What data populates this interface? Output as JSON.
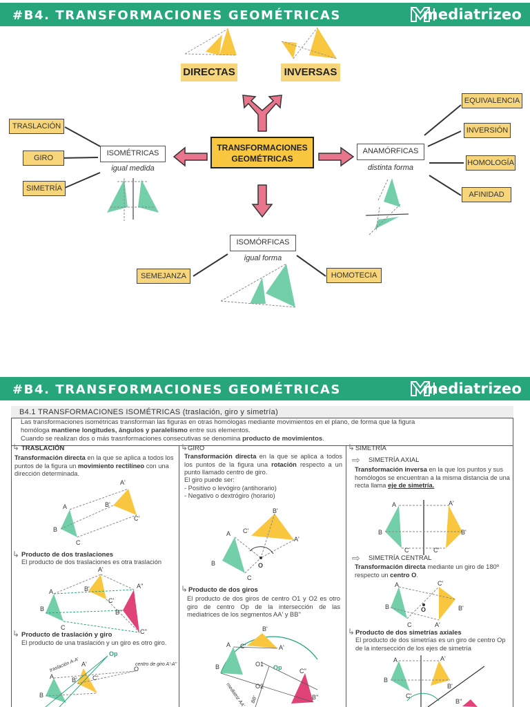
{
  "header": {
    "title": "#B4. TRANSFORMACIONES GEOMÉTRICAS",
    "brand": "mediatrizeo"
  },
  "map": {
    "center": "TRANSFORMACIONES GEOMÉTRICAS",
    "top_left": "DIRECTAS",
    "top_right": "INVERSAS",
    "left": {
      "label": "ISOMÉTRICAS",
      "sub": "igual medida",
      "items": [
        "TRASLACIÓN",
        "GIRO",
        "SIMETRÍA"
      ]
    },
    "right": {
      "label": "ANAMÓRFICAS",
      "sub": "distinta forma",
      "items": [
        "EQUIVALENCIA",
        "INVERSIÓN",
        "HOMOLOGÍA",
        "AFINIDAD"
      ]
    },
    "bottom": {
      "label": "ISOMÓRFICAS",
      "sub": "igual forma",
      "items": [
        "SEMEJANZA",
        "HOMOTECIA"
      ]
    }
  },
  "section": {
    "title": "B4.1 TRANSFORMACIONES ISOMÉTRICAS (traslación, giro y simetría)",
    "intro1": "Las transformaciones isométricas transforman las figuras en otras homólogas mediante movimientos en el plano, de forma que la figura",
    "intro2a": "homóloga ",
    "intro2b": "mantiene longitudes, ángulos y paralelismo",
    "intro2c": " entre sus elementos.",
    "intro3a": "Cuando se realizan dos o más trasnformaciones consecutivas se denomina ",
    "intro3b": "producto de movimientos",
    "intro3c": "."
  },
  "traslacion": {
    "title": "TRASLACIÓN",
    "t1": "Transformación directa",
    "t2": " en la que se aplica a todos los puntos de la figura un ",
    "t3": "movimiento rectilíneo",
    "t4": " con una dirección determinada.",
    "p1_title": "Producto de dos traslaciones",
    "p1_text": "El producto de dos traslaciones es otra traslación",
    "p2_title": "Producto de traslación y giro",
    "p2_text": "El producto de una traslación y un giro es otro giro.",
    "lbl_tras": "traslación A-A'",
    "lbl_giro": "centro de giro A'-A''",
    "lbl_op": "Op",
    "lbl_o": "O",
    "pts1": [
      "A",
      "B",
      "C",
      "A'",
      "B'",
      "C'"
    ],
    "pts2": [
      "A",
      "B",
      "C",
      "A'",
      "B'",
      "C'",
      "A''",
      "B''",
      "C''"
    ],
    "pts3": [
      "A",
      "B",
      "A'",
      "B'",
      "C'"
    ]
  },
  "giro": {
    "title": "GIRO",
    "t1": "Transformación directa",
    "t2": " en la que se aplica a todos los puntos de la figura una ",
    "t3": "rotación",
    "t4": " respecto a un punto llamado centro de giro.",
    "t5": "El giro puede ser:",
    "t6": "- Positivo o levógiro (antihorario)",
    "t7": "- Negativo o dextrógiro (horario)",
    "p1_title": "Producto de dos giros",
    "p1_text": "El producto de dos giros de centro O1 y O2 es otro giro de centro Op de la intersección de las mediatrices de los segmentos AA' y BB''",
    "pts1": [
      "A",
      "B",
      "C",
      "A'",
      "B'",
      "C'",
      "O"
    ],
    "pts2": [
      "A",
      "B",
      "C'",
      "B'",
      "A'",
      "O1",
      "Op",
      "O2",
      "C''",
      "B''"
    ],
    "lbl_med": "mediatriz AA'",
    "lbl_bb": "BB'"
  },
  "simetria": {
    "title": "SIMETRÍA",
    "axial_title": "SIMETRÍA AXIAL",
    "a1": "Transformación inversa",
    "a2": " en la que los puntos y sus homólogos se encuentran a la misma distancia de una recta llama ",
    "a3": "eje de simetría.",
    "central_title": "SIMETRÍA CENTRAL",
    "c1": "Transformación directa",
    "c2": " mediante un giro de 180º respecto un ",
    "c3": "centro O",
    "c4": ".",
    "p1_title": "Producto de dos simetrías axiales",
    "p1_text": "El producto de dos simetrías es un giro de centro Op de la intersección de los ejes de simetría",
    "pts1": [
      "A",
      "B",
      "C",
      "A'",
      "B'",
      "C'"
    ],
    "pts2": [
      "A",
      "B",
      "C",
      "C'",
      "B'",
      "A'",
      "O"
    ],
    "pts3": [
      "A",
      "B",
      "C'",
      "A'",
      "B'",
      "B''"
    ]
  },
  "colors": {
    "green": "#27a67b",
    "mint": "#73cfaa",
    "yellow": "#f8c63f",
    "pink": "#e04377",
    "arrow": "#e8758c"
  }
}
